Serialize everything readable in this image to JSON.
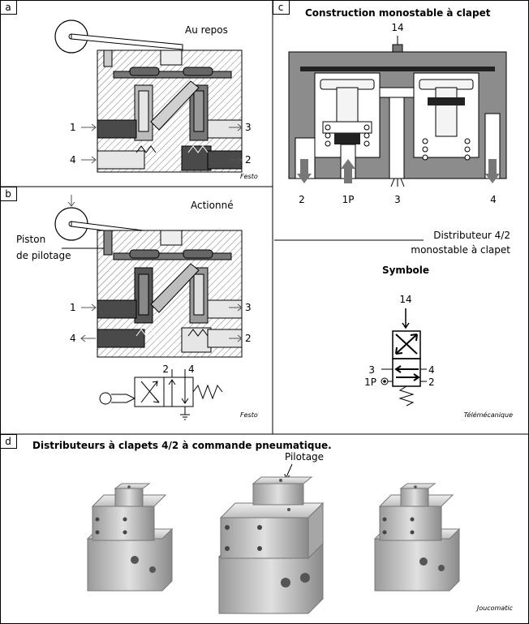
{
  "panels": {
    "a": {
      "tag": "a",
      "state": "Au repos",
      "ports": {
        "p1": "1",
        "p3": "3",
        "p4": "4",
        "p2": "2"
      },
      "source": "Festo"
    },
    "b": {
      "tag": "b",
      "state": "Actionné",
      "piston_line1": "Piston",
      "piston_line2": "de pilotage",
      "ports": {
        "p1": "1",
        "p3": "3",
        "p4": "4",
        "p2": "2"
      },
      "symbol_ports": {
        "top_left": "2",
        "top_right": "4"
      },
      "source": "Festo"
    },
    "c": {
      "tag": "c",
      "title": "Construction monostable à clapet",
      "pilot": "14",
      "ports": {
        "p2": "2",
        "p1p": "1P",
        "p3": "3",
        "p4": "4"
      },
      "caption_line1": "Distributeur 4/2",
      "caption_line2": "monostable à clapet",
      "symbol_title": "Symbole",
      "symbol_ports": {
        "pilot": "14",
        "p3": "3",
        "p4": "4",
        "p1p": "1P",
        "p2": "2"
      },
      "source": "Télémécanique"
    },
    "d": {
      "tag": "d",
      "title": "Distributeurs à clapets 4/2 à commande pneumatique.",
      "pilot_label": "Pilotage",
      "source": "Joucomatic"
    }
  },
  "colors": {
    "border": "#000000",
    "dark_fill": "#4a4a4a",
    "mid_fill": "#8c8c8c",
    "light_fill": "#d9d9d9",
    "metal": "#c8c8c8"
  }
}
